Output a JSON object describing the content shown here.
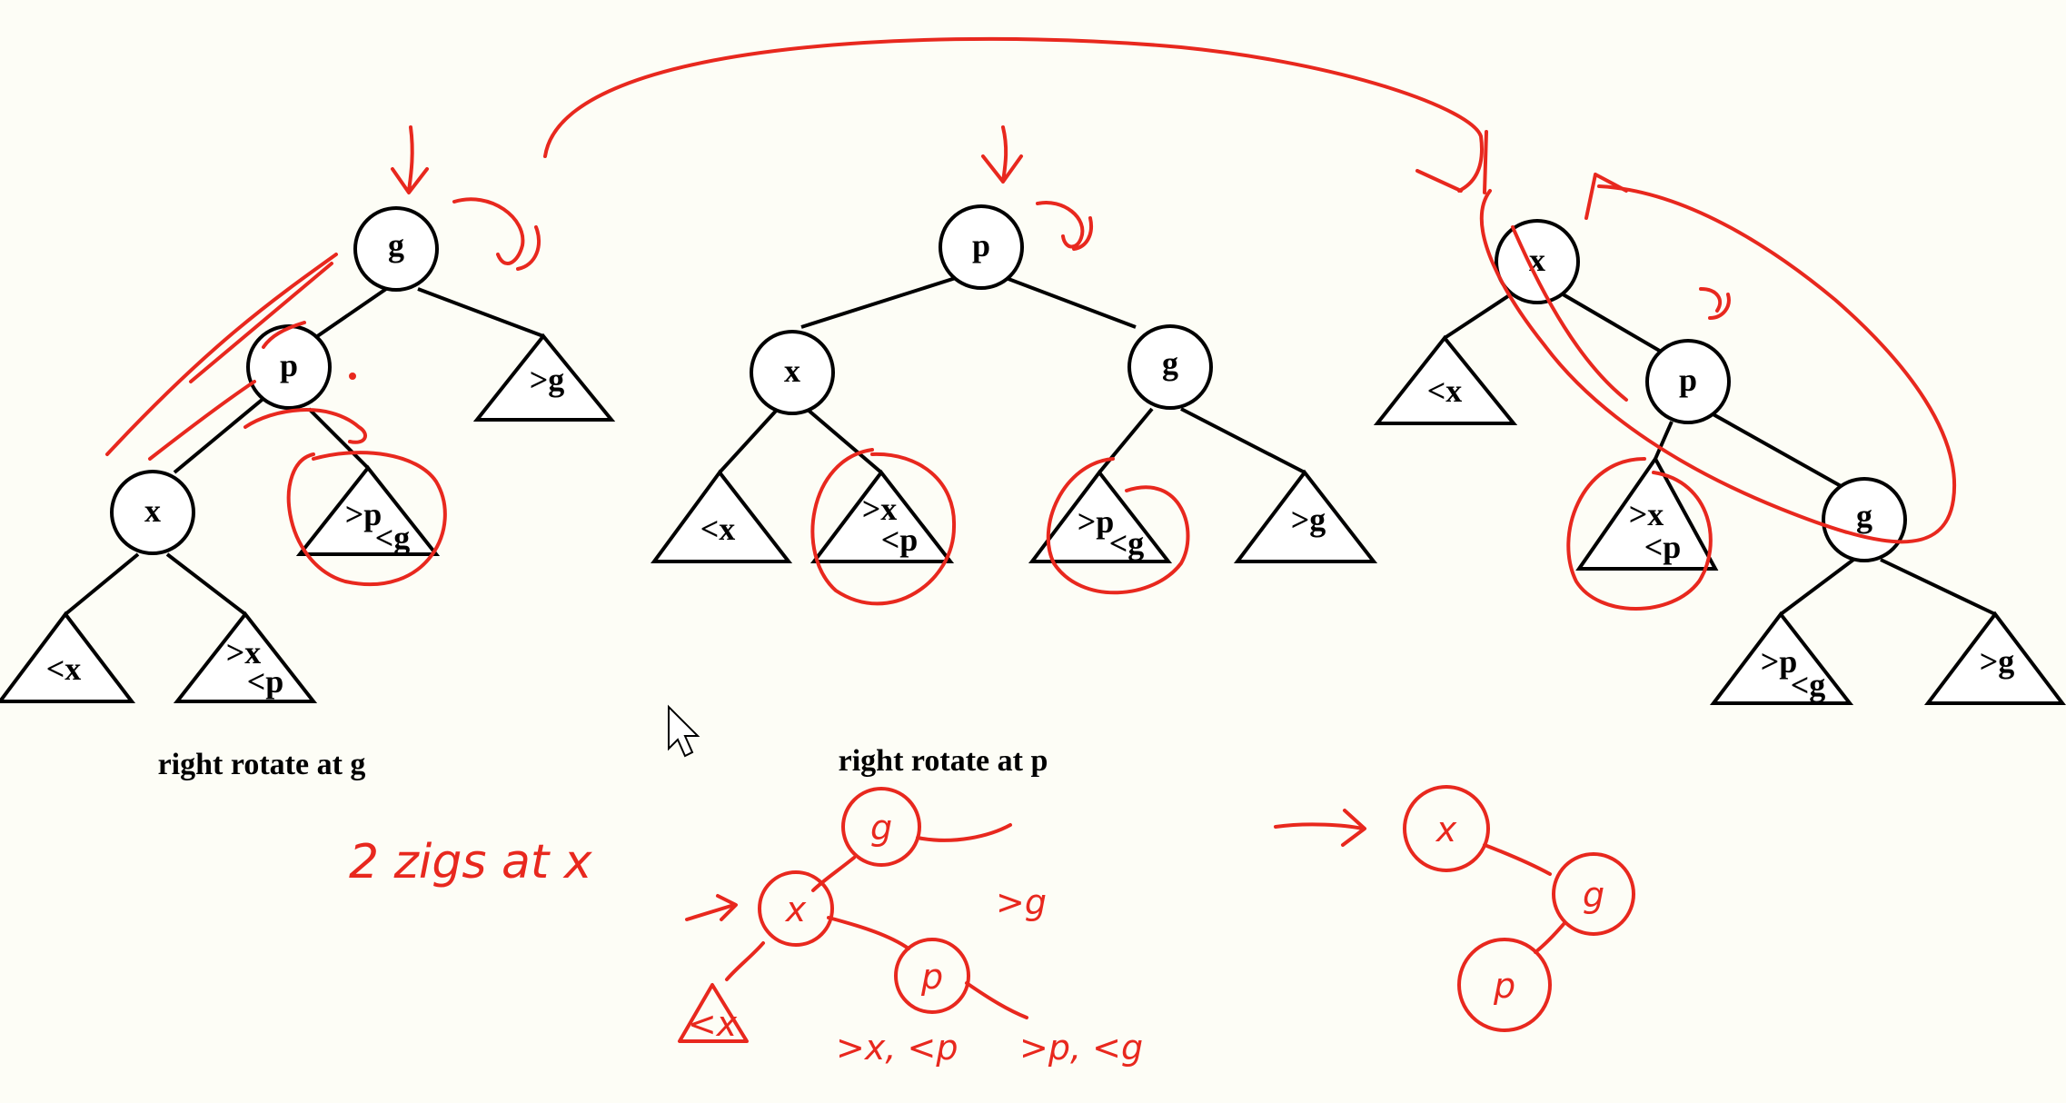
{
  "trees": [
    {
      "nodes": {
        "g": "g",
        "p": "p",
        "x": "x"
      },
      "subtrees": {
        "lt_x": "<x",
        "gt_x_lt_p_a": ">x",
        "gt_x_lt_p_b": "<p",
        "gt_p_lt_g_a": ">p",
        "gt_p_lt_g_b": "<g",
        "gt_g": ">g"
      },
      "caption": "right rotate at g"
    },
    {
      "nodes": {
        "p": "p",
        "x": "x",
        "g": "g"
      },
      "subtrees": {
        "lt_x": "<x",
        "gt_x_lt_p_a": ">x",
        "gt_x_lt_p_b": "<p",
        "gt_p_lt_g_a": ">p",
        "gt_p_lt_g_b": "<g",
        "gt_g": ">g"
      },
      "caption": "right rotate at p"
    },
    {
      "nodes": {
        "x": "x",
        "p": "p",
        "g": "g"
      },
      "subtrees": {
        "lt_x": "<x",
        "gt_x_lt_p_a": ">x",
        "gt_x_lt_p_b": "<p",
        "gt_p_lt_g_a": ">p",
        "gt_p_lt_g_b": "<g",
        "gt_g": ">g"
      }
    }
  ],
  "annotations": {
    "zigzig": "2 zigs at x",
    "sketch_left": {
      "g": "g",
      "x": "x",
      "p": "p",
      "gt_g": ">g",
      "lt_x": "<x",
      "gt_x_lt_p": ">x, <p",
      "gt_p_lt_g": ">p, <g"
    },
    "sketch_right": {
      "x": "x",
      "g": "g",
      "p": "p"
    }
  },
  "colors": {
    "ink": "#e8281e",
    "background": "#fdfdf6",
    "tree": "#000000"
  }
}
